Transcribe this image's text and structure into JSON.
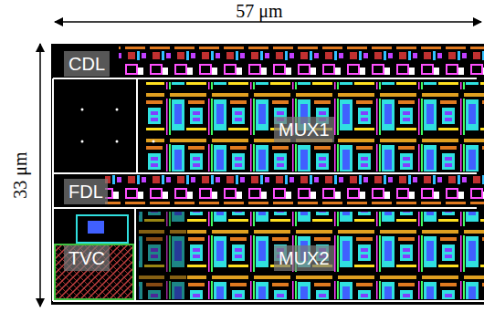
{
  "diagram": {
    "nodes": [
      {
        "text": [
          "CDL"
        ]
      },
      {
        "text": [
          "MUX1"
        ]
      },
      {
        "text": [
          "FDL"
        ]
      },
      {
        "text": [
          "TVC"
        ]
      },
      {
        "text": [
          "MUX2"
        ]
      }
    ],
    "labels": [
      "57 μm",
      "33 μm"
    ]
  }
}
